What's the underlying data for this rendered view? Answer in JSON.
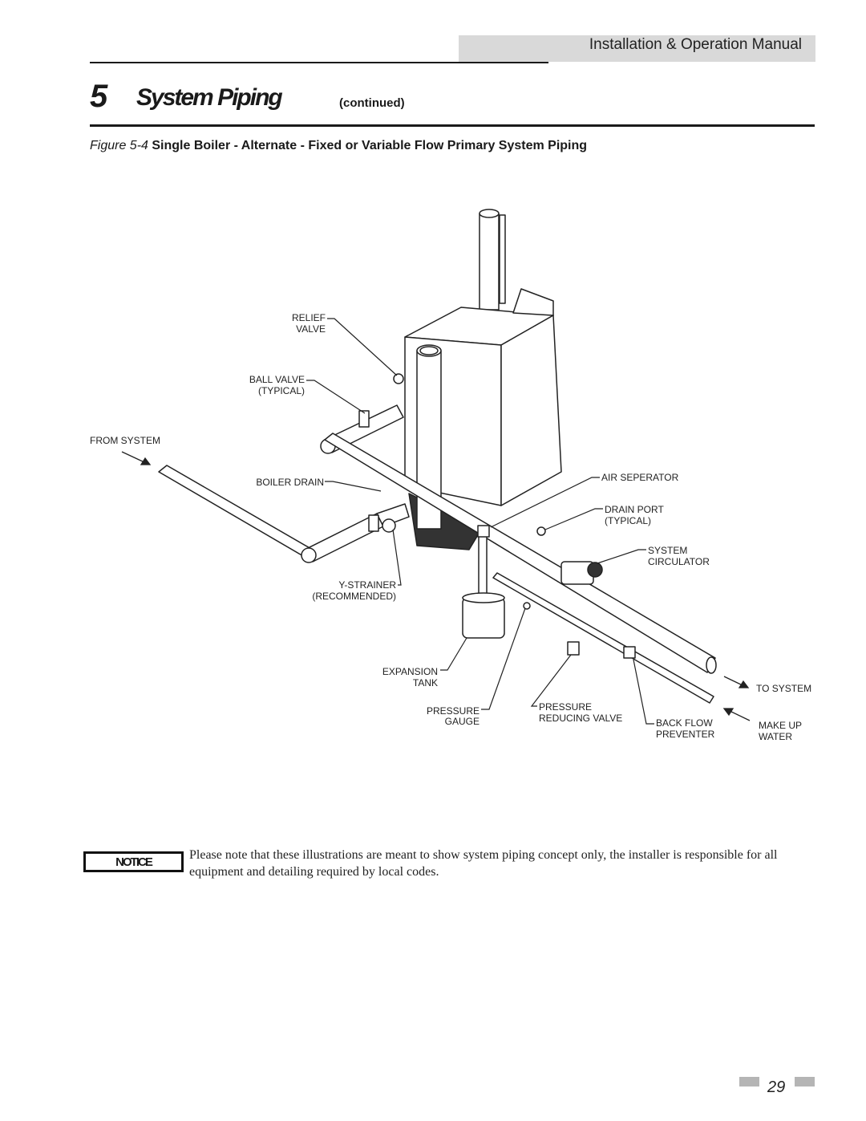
{
  "header": {
    "manual_title": "Installation & Operation Manual"
  },
  "section": {
    "number": "5",
    "title": "System Piping",
    "continued": "(continued)"
  },
  "figure": {
    "label": "Figure 5-4",
    "title": "Single Boiler - Alternate - Fixed or Variable Flow Primary System Piping",
    "callouts": {
      "relief_valve": [
        "RELIEF",
        "VALVE"
      ],
      "ball_valve": [
        "BALL VALVE",
        "(TYPICAL)"
      ],
      "from_system": "FROM SYSTEM",
      "boiler_drain": "BOILER DRAIN",
      "air_separator": "AIR SEPERATOR",
      "drain_port": [
        "DRAIN PORT",
        "(TYPICAL)"
      ],
      "system_circulator": [
        "SYSTEM",
        "CIRCULATOR"
      ],
      "y_strainer": [
        "Y-STRAINER",
        "(RECOMMENDED)"
      ],
      "expansion_tank": [
        "EXPANSION",
        "TANK"
      ],
      "pressure_gauge": [
        "PRESSURE",
        "GAUGE"
      ],
      "pressure_reducing_valve": [
        "PRESSURE",
        "REDUCING VALVE"
      ],
      "back_flow_preventer": [
        "BACK FLOW",
        "PREVENTER"
      ],
      "to_system": "TO SYSTEM",
      "make_up_water": [
        "MAKE UP",
        "WATER"
      ]
    }
  },
  "notice": {
    "label": "NOTICE",
    "text": "Please note that these illustrations are meant to show system piping concept only, the installer is responsible for all equipment and detailing required by local codes."
  },
  "footer": {
    "page_number": "29"
  }
}
